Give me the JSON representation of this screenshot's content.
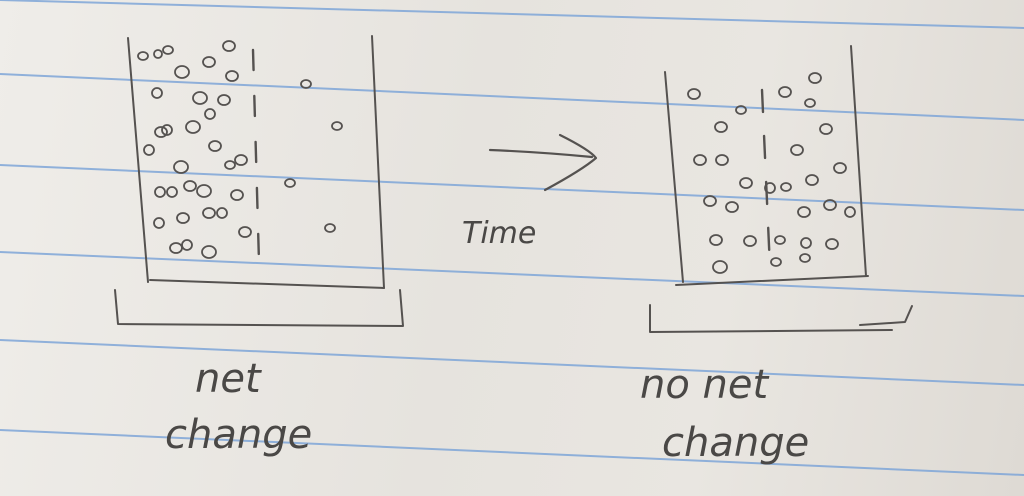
{
  "colors": {
    "paper": "#e9e6e1",
    "ruled_line": "#7fa6d8",
    "pencil": "#555250"
  },
  "labels": {
    "arrow": "Time",
    "left_caption_line1": "net",
    "left_caption_line2": "change",
    "right_caption_line1": "no net",
    "right_caption_line2": "change"
  }
}
